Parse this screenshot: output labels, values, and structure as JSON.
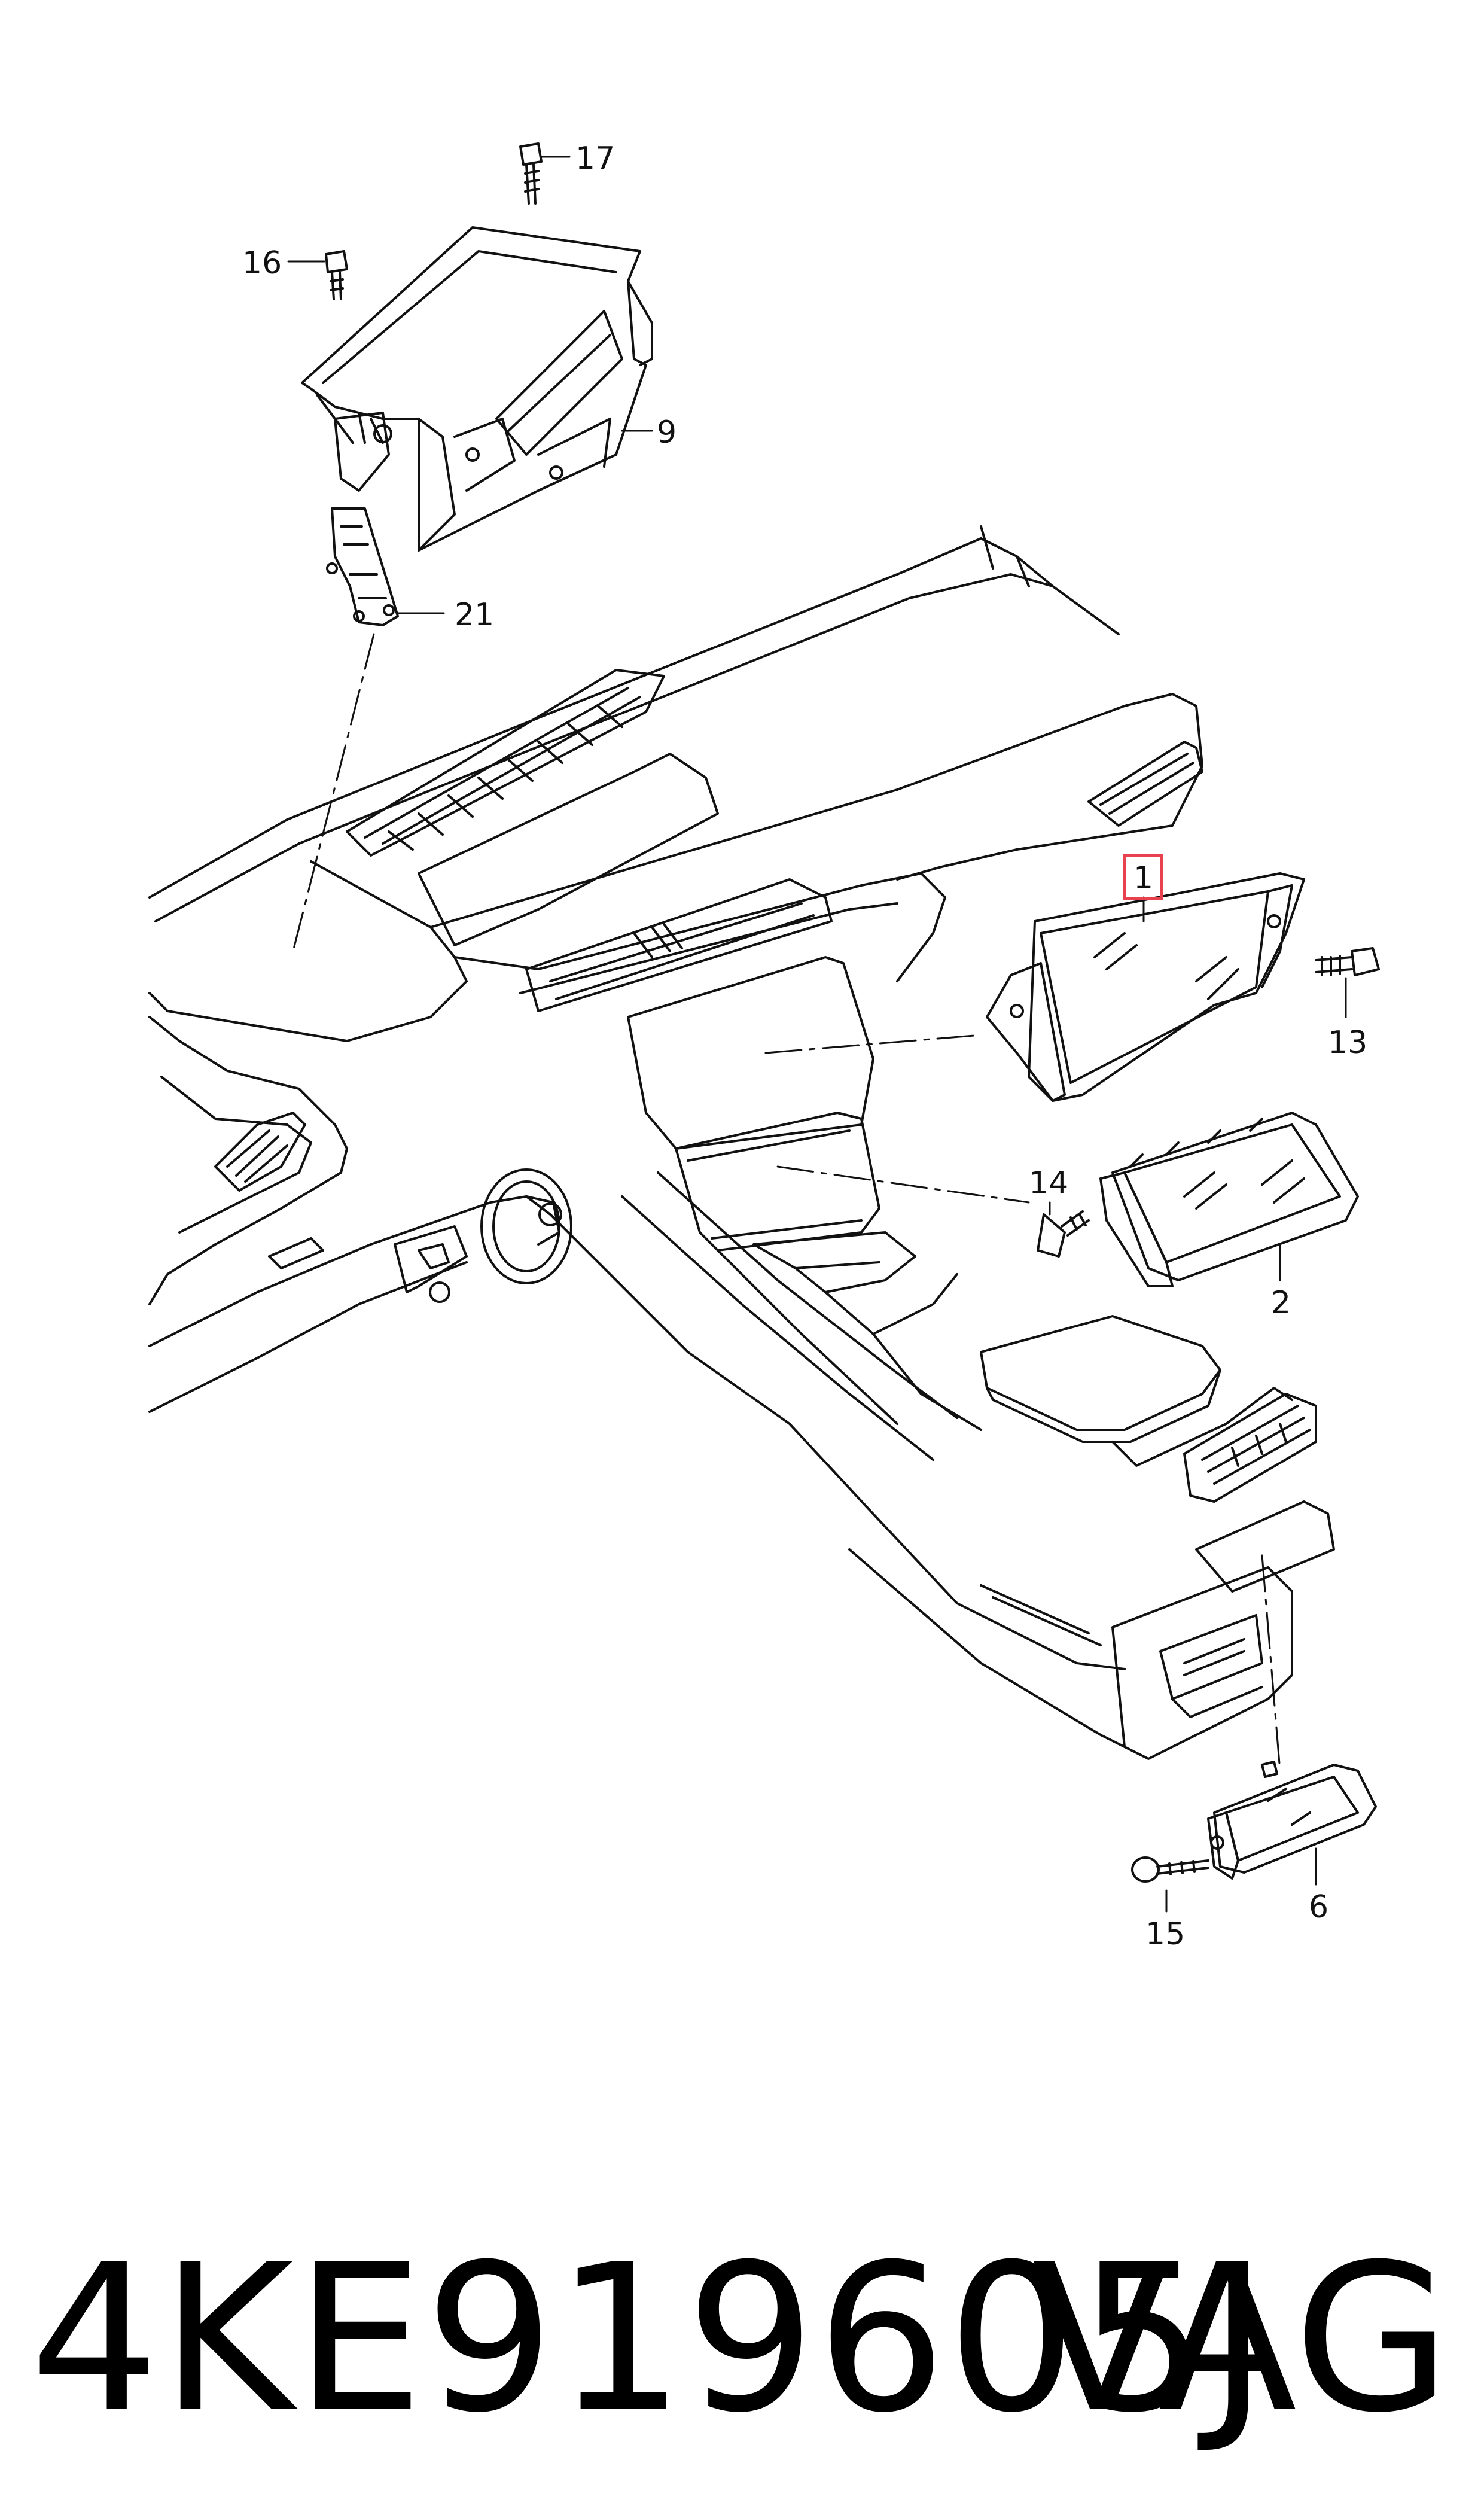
{
  "diagram": {
    "highlight_color": "#e8414f",
    "line_color": "#111111",
    "callouts": [
      {
        "id": "17",
        "label": "17"
      },
      {
        "id": "16",
        "label": "16"
      },
      {
        "id": "9",
        "label": "9"
      },
      {
        "id": "21",
        "label": "21"
      },
      {
        "id": "1",
        "label": "1",
        "highlighted": true
      },
      {
        "id": "13",
        "label": "13"
      },
      {
        "id": "14",
        "label": "14"
      },
      {
        "id": "2",
        "label": "2"
      },
      {
        "id": "15",
        "label": "15"
      },
      {
        "id": "6",
        "label": "6"
      }
    ]
  },
  "footer": {
    "part_number": "4KE919605J",
    "brand": "VAG"
  }
}
